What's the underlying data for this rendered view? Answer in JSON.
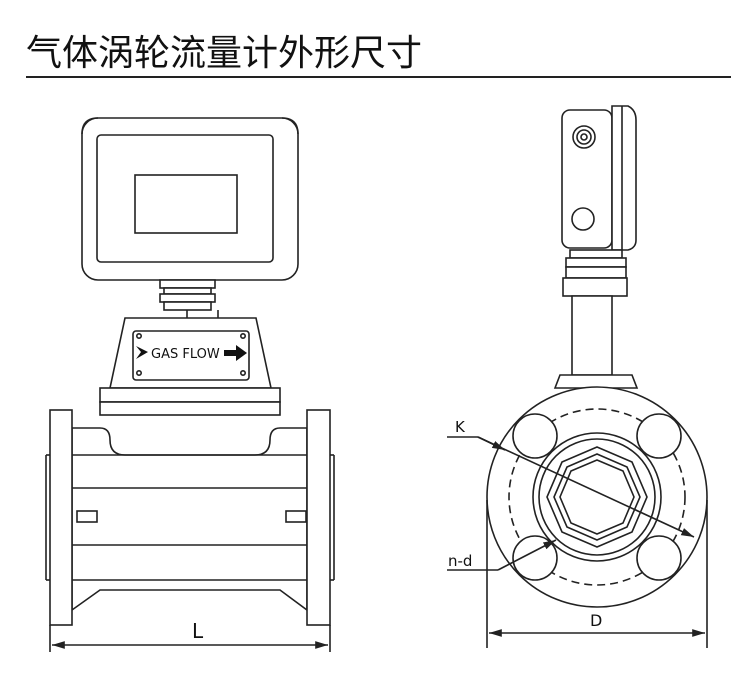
{
  "title": "气体涡轮流量计外形尺寸",
  "front_view": {
    "plate_label": "GAS FLOW",
    "dimension_L": "L"
  },
  "side_view": {
    "dimension_K": "K",
    "dimension_nd": "n-d",
    "dimension_D": "D"
  }
}
